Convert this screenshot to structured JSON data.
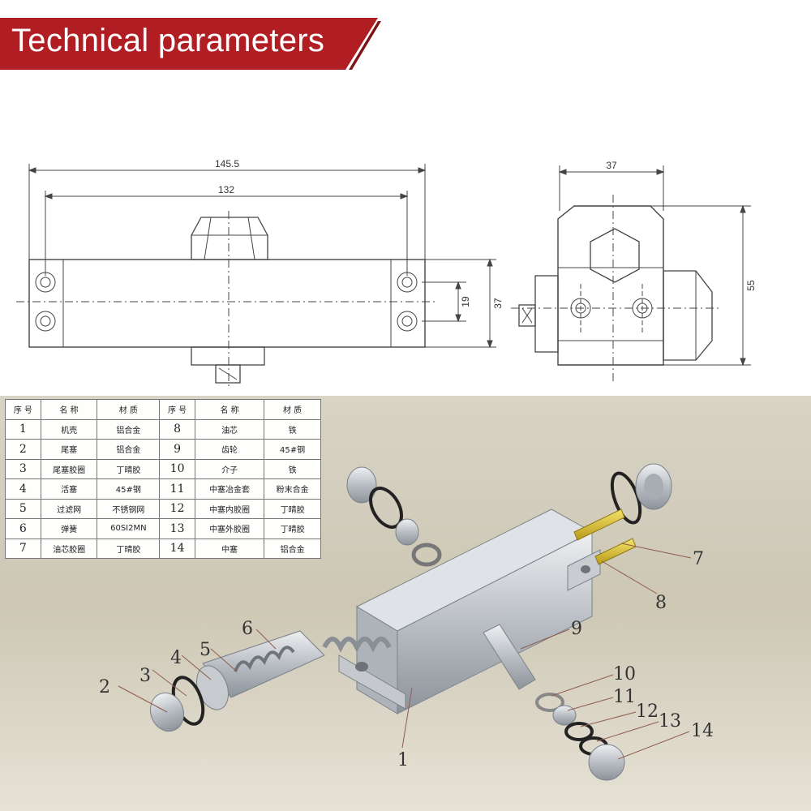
{
  "banner": {
    "title": "Technical parameters",
    "color": "#b01e23"
  },
  "dimensions": {
    "overall_length": "145.5",
    "hole_spacing": "132",
    "body_height": "37",
    "mount_hole_spacing": "19",
    "side_width": "37",
    "side_height": "55"
  },
  "parts_table": {
    "headers": [
      "序 号",
      "名 称",
      "材 质",
      "序 号",
      "名 称",
      "材 质"
    ],
    "rows": [
      [
        "1",
        "机壳",
        "铝合金",
        "8",
        "油芯",
        "铁"
      ],
      [
        "2",
        "尾塞",
        "铝合金",
        "9",
        "齿轮",
        "45#钢"
      ],
      [
        "3",
        "尾塞胶圈",
        "丁晴胶",
        "10",
        "介子",
        "铁"
      ],
      [
        "4",
        "活塞",
        "45#钢",
        "11",
        "中塞冶金套",
        "粉末合金"
      ],
      [
        "5",
        "过滤网",
        "不锈钢网",
        "12",
        "中塞内胶圈",
        "丁晴胶"
      ],
      [
        "6",
        "弹簧",
        "60SI2MN",
        "13",
        "中塞外胶圈",
        "丁晴胶"
      ],
      [
        "7",
        "油芯胶圈",
        "丁晴胶",
        "14",
        "中塞",
        "铝合金"
      ]
    ]
  },
  "callouts": [
    "1",
    "2",
    "3",
    "4",
    "5",
    "6",
    "7",
    "8",
    "9",
    "10",
    "11",
    "12",
    "13",
    "14"
  ]
}
